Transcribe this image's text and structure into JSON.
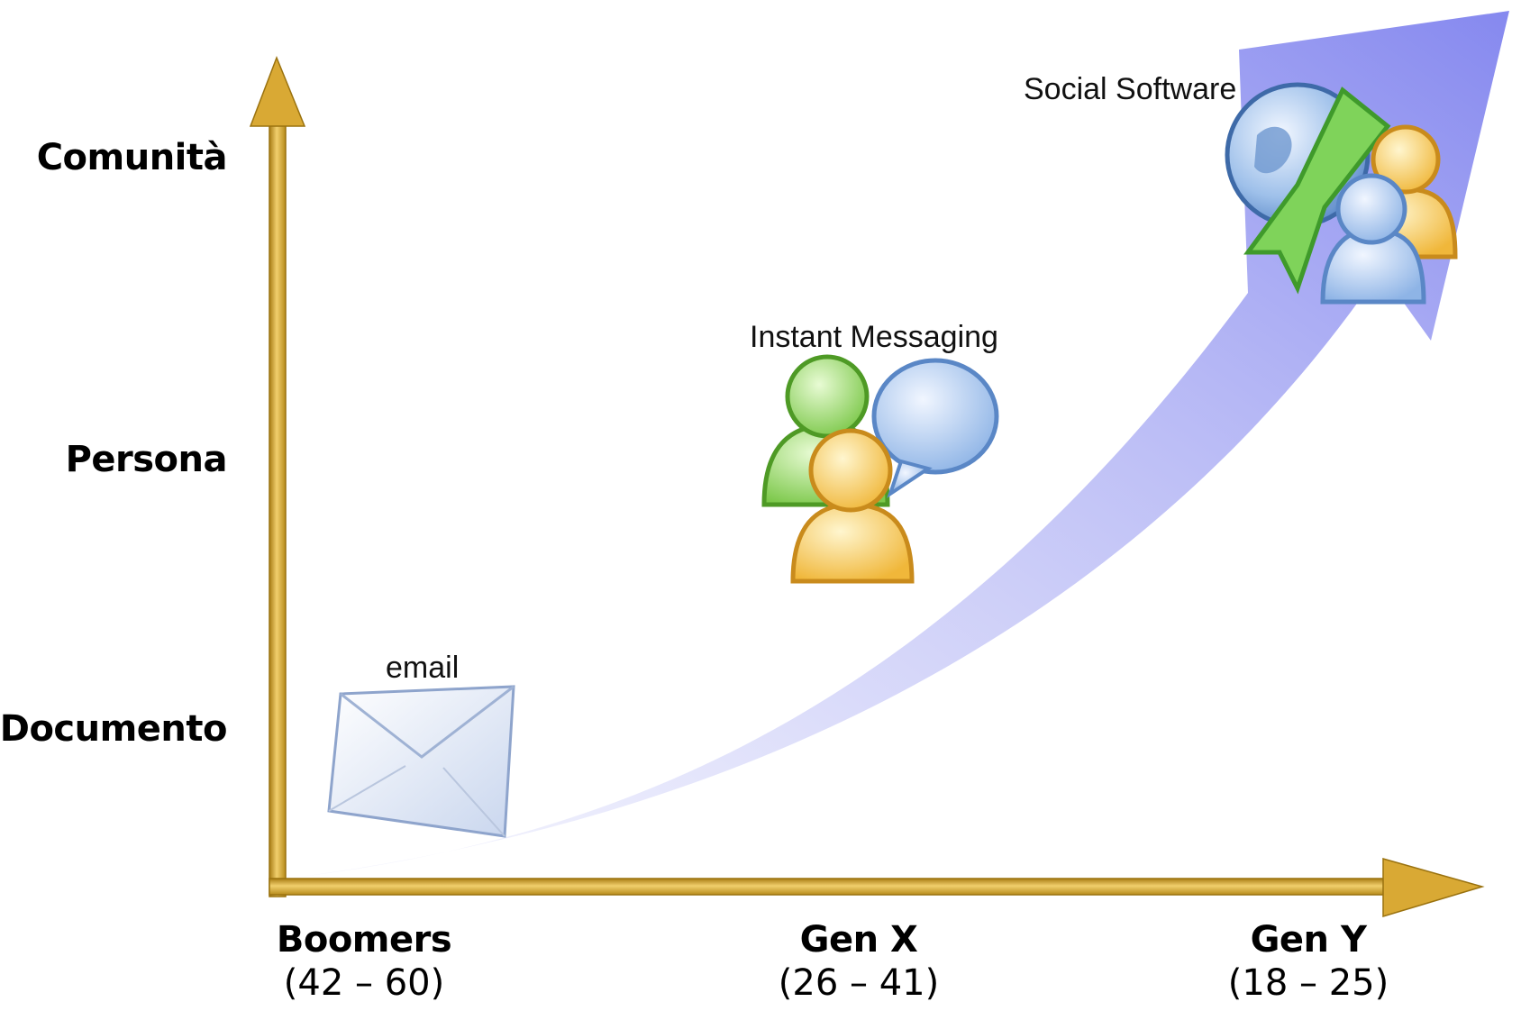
{
  "y_axis": {
    "levels": [
      "Documento",
      "Persona",
      "Comunità"
    ]
  },
  "x_axis": {
    "generations": [
      {
        "name": "Boomers",
        "ages": "(42 – 60)"
      },
      {
        "name": "Gen X",
        "ages": "(26 – 41)"
      },
      {
        "name": "Gen Y",
        "ages": "(18 – 25)"
      }
    ]
  },
  "milestones": [
    {
      "label": "email",
      "icon": "envelope-icon"
    },
    {
      "label": "Instant Messaging",
      "icon": "chat-users-icon"
    },
    {
      "label": "Social Software",
      "icon": "globe-users-icon"
    }
  ],
  "colors": {
    "axis": "#D4A42A",
    "trend_arrow": "#8C8EF0"
  }
}
